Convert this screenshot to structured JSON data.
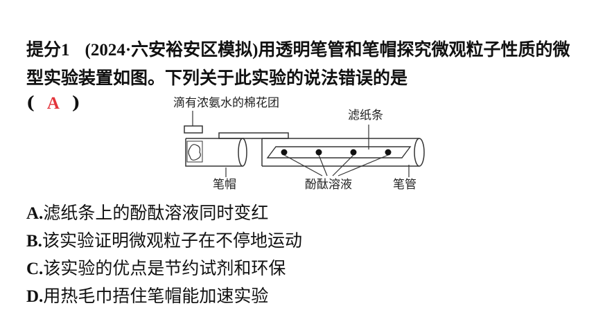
{
  "question": {
    "tag": "提分1",
    "source": "(2024·六安裕安区模拟)",
    "text": "用透明笔管和笔帽探究微观粒子性质的微型实验装置如图。下列关于此实验的说法错误的是",
    "paren_open": "(",
    "answer": "A",
    "paren_close": ")"
  },
  "figure": {
    "label_cotton": "滴有浓氨水的棉花团",
    "label_filter": "滤纸条",
    "label_cap": "笔帽",
    "label_phenol": "酚酞溶液",
    "label_tube": "笔管"
  },
  "options": [
    {
      "letter": "A.",
      "text": "滤纸条上的酚酞溶液同时变红"
    },
    {
      "letter": "B.",
      "text": "该实验证明微观粒子在不停地运动"
    },
    {
      "letter": "C.",
      "text": "该实验的优点是节约试剂和环保"
    },
    {
      "letter": "D.",
      "text": "用热毛巾捂住笔帽能加速实验"
    }
  ],
  "colors": {
    "answer": "#e3343b",
    "text": "#111111"
  }
}
